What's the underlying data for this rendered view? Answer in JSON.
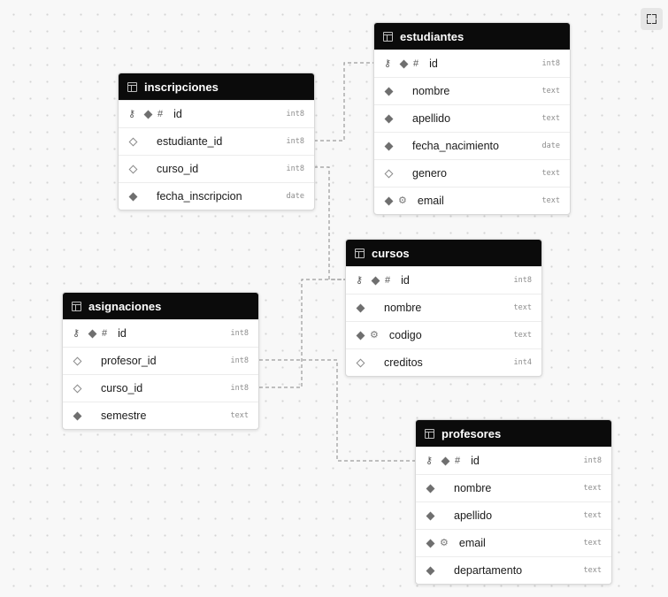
{
  "colors": {
    "header_bg": "#0b0b0b",
    "connector": "#9a9a9a",
    "canvas_bg": "#f8f8f8"
  },
  "toolbar": {
    "fit_icon": "fullscreen-icon"
  },
  "tables": {
    "inscripciones": {
      "title": "inscripciones",
      "columns": [
        {
          "name": "id",
          "type": "int8"
        },
        {
          "name": "estudiante_id",
          "type": "int8"
        },
        {
          "name": "curso_id",
          "type": "int8"
        },
        {
          "name": "fecha_inscripcion",
          "type": "date"
        }
      ]
    },
    "estudiantes": {
      "title": "estudiantes",
      "columns": [
        {
          "name": "id",
          "type": "int8"
        },
        {
          "name": "nombre",
          "type": "text"
        },
        {
          "name": "apellido",
          "type": "text"
        },
        {
          "name": "fecha_nacimiento",
          "type": "date"
        },
        {
          "name": "genero",
          "type": "text"
        },
        {
          "name": "email",
          "type": "text"
        }
      ]
    },
    "cursos": {
      "title": "cursos",
      "columns": [
        {
          "name": "id",
          "type": "int8"
        },
        {
          "name": "nombre",
          "type": "text"
        },
        {
          "name": "codigo",
          "type": "text"
        },
        {
          "name": "creditos",
          "type": "int4"
        }
      ]
    },
    "asignaciones": {
      "title": "asignaciones",
      "columns": [
        {
          "name": "id",
          "type": "int8"
        },
        {
          "name": "profesor_id",
          "type": "int8"
        },
        {
          "name": "curso_id",
          "type": "int8"
        },
        {
          "name": "semestre",
          "type": "text"
        }
      ]
    },
    "profesores": {
      "title": "profesores",
      "columns": [
        {
          "name": "id",
          "type": "int8"
        },
        {
          "name": "nombre",
          "type": "text"
        },
        {
          "name": "apellido",
          "type": "text"
        },
        {
          "name": "email",
          "type": "text"
        },
        {
          "name": "departamento",
          "type": "text"
        }
      ]
    }
  }
}
